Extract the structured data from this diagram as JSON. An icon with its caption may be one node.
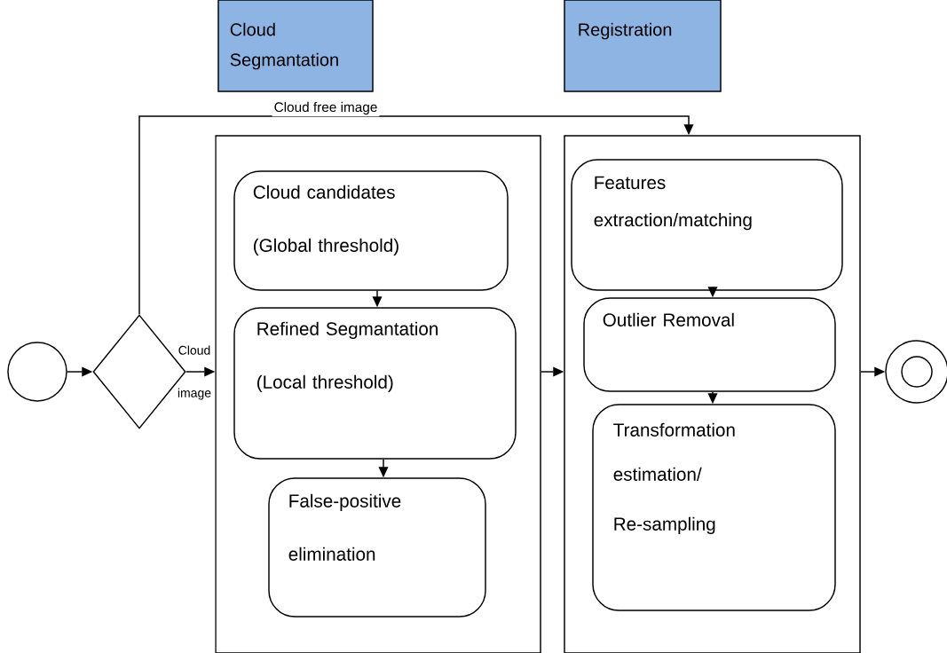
{
  "diagram": {
    "nodes": [
      {
        "text": [],
        "shape": "circle"
      },
      {
        "text": [],
        "shape": "diamond"
      },
      {
        "text": [
          "Cloud Segmantation"
        ]
      },
      {
        "text": [
          "Registration"
        ]
      },
      {
        "text": [],
        "shape": "box"
      },
      {
        "text": [],
        "shape": "box"
      },
      {
        "text": [
          "Cloud candidates",
          "(Global threshold)"
        ],
        "in": 4
      },
      {
        "text": [
          "Refined Segmantation",
          "(Local threshold)"
        ],
        "in": 4
      },
      {
        "text": [
          "False-positive elimination"
        ],
        "in": 4
      },
      {
        "text": [
          "Features extraction/matching"
        ],
        "in": 5
      },
      {
        "text": [
          "Outlier Removal"
        ],
        "in": 5
      },
      {
        "text": [
          "Transformation estimation/",
          "Re-sampling"
        ],
        "in": 5
      },
      {
        "text": [],
        "shape": "circle"
      }
    ],
    "edges": [
      {
        "from": 0,
        "to": 1,
        "arrow": "to"
      },
      {
        "from": 1,
        "to": 4,
        "arrow": "to",
        "label": "Cloud image"
      },
      {
        "from": 1,
        "to": 5,
        "arrow": "to",
        "label": "Cloud free image"
      },
      {
        "from": 6,
        "to": 7,
        "arrow": "to"
      },
      {
        "from": 7,
        "to": 8,
        "arrow": "to"
      },
      {
        "from": 4,
        "to": 5,
        "arrow": "to"
      },
      {
        "from": 9,
        "to": 10,
        "arrow": "to"
      },
      {
        "from": 10,
        "to": 11,
        "arrow": "to"
      },
      {
        "from": 5,
        "to": 12,
        "arrow": "to"
      }
    ]
  }
}
